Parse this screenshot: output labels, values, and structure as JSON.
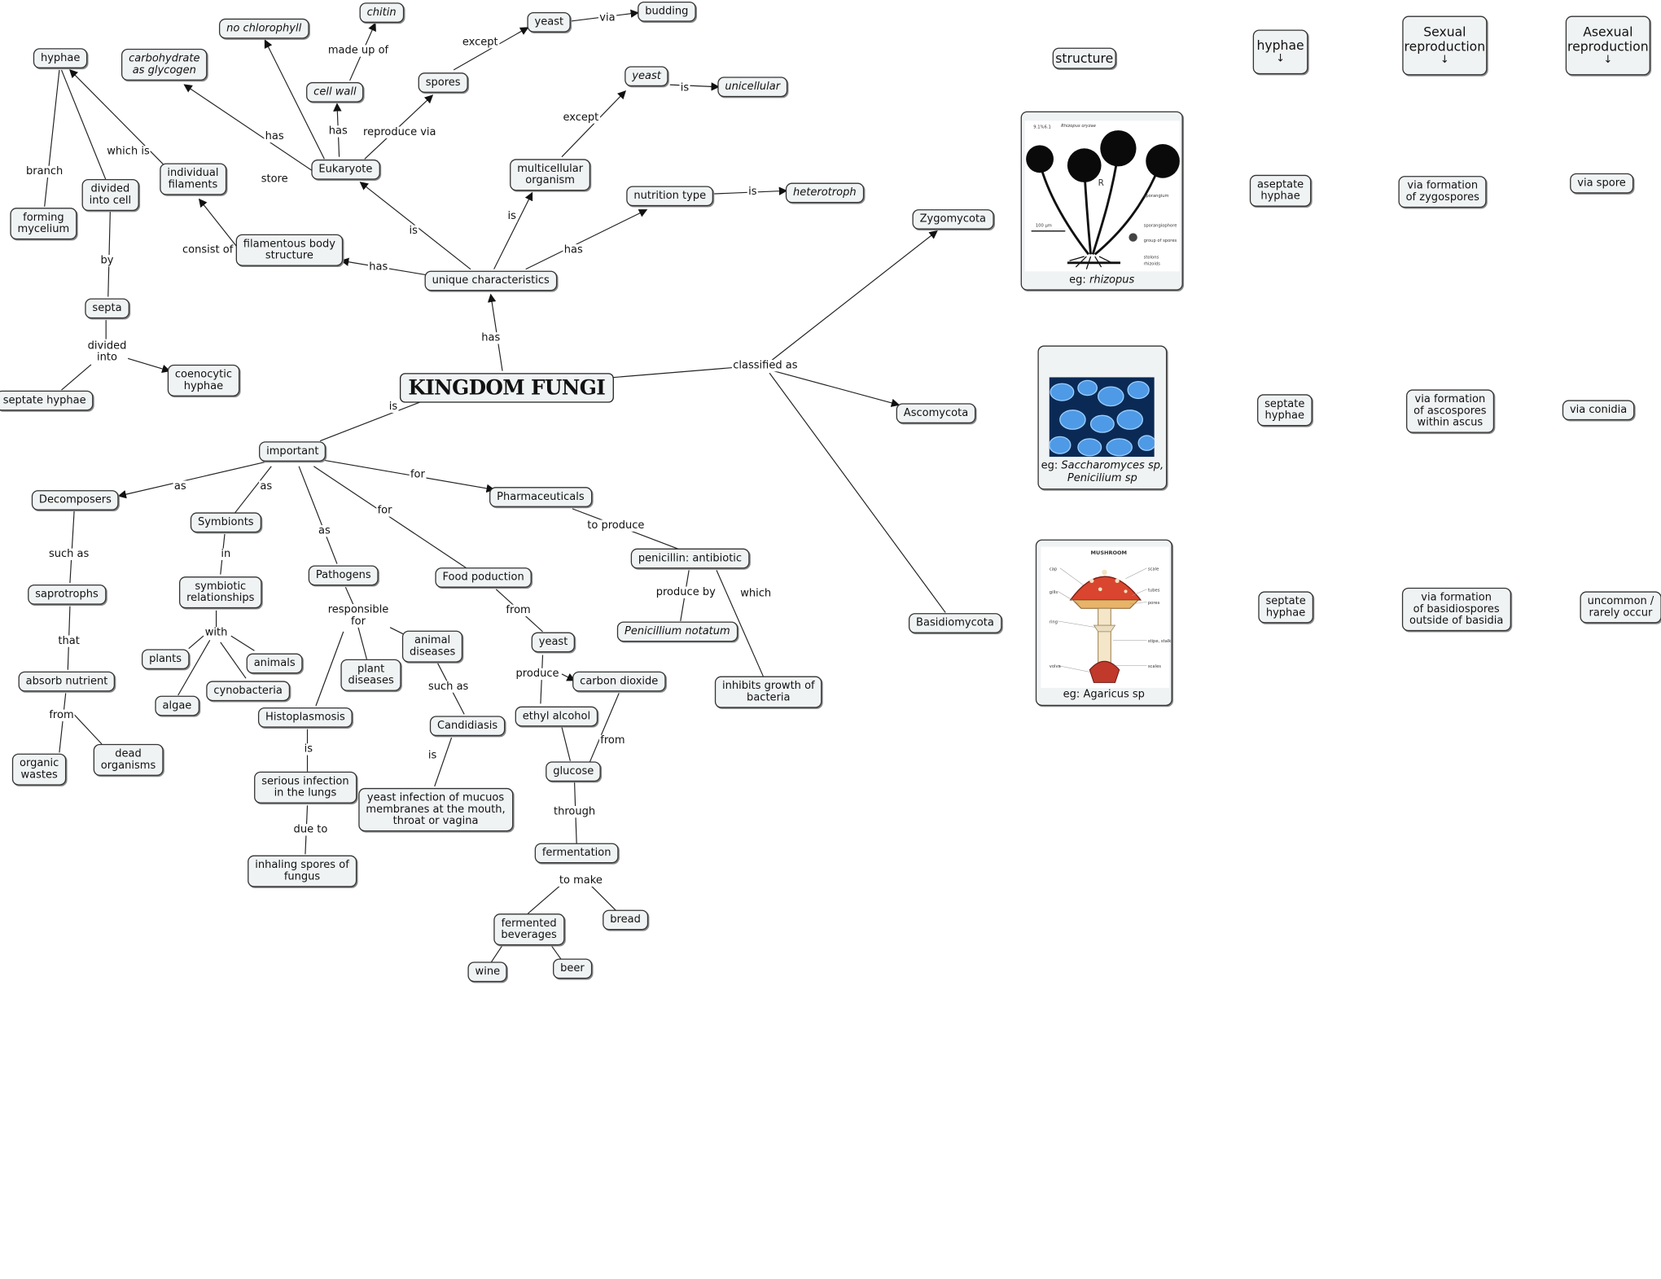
{
  "root": "KINGDOM FUNGI",
  "nodes": {
    "hyphae": "hyphae",
    "carb": "carbohydrate\nas glycogen",
    "nochloro": "no chlorophyll",
    "chitin": "chitin",
    "cellwall": "cell wall",
    "spores": "spores",
    "yeast1": "yeast",
    "budding": "budding",
    "yeast2": "yeast",
    "unicellular": "unicellular",
    "multicell": "multicellular\norganism",
    "nutrition": "nutrition type",
    "heterotroph": "heterotroph",
    "eukaryote": "Eukaryote",
    "filaments": "individual\nfilaments",
    "dividedcell": "divided\ninto cell",
    "mycelium": "forming\nmycelium",
    "filbody": "filamentous body\nstructure",
    "unique": "unique characteristics",
    "septa": "septa",
    "coenocytic": "coenocytic\nhyphae",
    "septate": "septate hyphae",
    "important": "important",
    "decomposers": "Decomposers",
    "symbionts": "Symbionts",
    "pathogens": "Pathogens",
    "food": "Food poduction",
    "pharma": "Pharmaceuticals",
    "penicillin": "penicillin: antibiotic",
    "notatum": "Penicillium notatum",
    "inhibits": "inhibits growth of\nbacteria",
    "saprotrophs": "saprotrophs",
    "absorb": "absorb nutrient",
    "organic": "organic\nwastes",
    "dead": "dead\norganisms",
    "symrel": "symbiotic\nrelationships",
    "plants": "plants",
    "animals": "animals",
    "algae": "algae",
    "cyno": "cynobacteria",
    "animaldis": "animal\ndiseases",
    "plantdis": "plant\ndiseases",
    "histo": "Histoplasmosis",
    "candida": "Candidiasis",
    "lungs": "serious infection\nin the lungs",
    "inhaling": "inhaling spores of\nfungus",
    "yeastinf": "yeast infection of mucuos\nmembranes at the mouth,\nthroat or vagina",
    "yeast3": "yeast",
    "co2": "carbon dioxide",
    "ethyl": "ethyl alcohol",
    "glucose": "glucose",
    "fermentation": "fermentation",
    "fermbev": "fermented\nbeverages",
    "bread": "bread",
    "wine": "wine",
    "beer": "beer",
    "zygo": "Zygomycota",
    "asco": "Ascomycota",
    "basidio": "Basidiomycota"
  },
  "labels": {
    "made_up_of": "made up of",
    "has_cellwall": "has",
    "has_nochloro": "has",
    "except_spores": "except",
    "via_budding": "via",
    "reproduce_via": "reproduce via",
    "except_multi": "except",
    "is_unicell": "is",
    "is_hetero": "is",
    "which_is": "which is",
    "branch": "branch",
    "store": "store",
    "consist_of": "consist of",
    "is_euk": "is",
    "is_multi": "is",
    "has_nutrition": "has",
    "has_filbody": "has",
    "by": "by",
    "has_unique": "has",
    "divided_into": "divided\ninto",
    "classified_as": "classified as",
    "is_important": "is",
    "as_decomp": "as",
    "as_symb": "as",
    "as_path": "as",
    "for_food": "for",
    "for_pharma": "for",
    "to_produce": "to produce",
    "produced_by": "produce by",
    "which": "which",
    "such_as_decomp": "such as",
    "that": "that",
    "from_absorb": "from",
    "in": "in",
    "with": "with",
    "responsible_for": "responsible\nfor",
    "such_as_animal": "such as",
    "is_histo": "is",
    "is_candida": "is",
    "due_to": "due to",
    "from_food": "from",
    "produce": "produce",
    "from_co2": "from",
    "through": "through",
    "to_make": "to make"
  },
  "table": {
    "headers": {
      "structure": "structure",
      "hyphae": "hyphae",
      "sexual": "Sexual\nreproduction",
      "asexual": "Asexual\nreproduction"
    },
    "header_arrow": "↓",
    "zygo": {
      "caption_prefix": "eg: ",
      "caption_italic": "rhizopus",
      "hyphae": "aseptate\nhyphae",
      "sexual": "via formation\nof zygospores",
      "asexual": "via spore"
    },
    "asco": {
      "caption_line1_prefix": "eg: ",
      "caption_line1_italic": "Saccharomyces sp,",
      "caption_line2_italic": "Penicilium sp",
      "hyphae": "septate\nhyphae",
      "sexual": "via formation\nof ascospores\nwithin ascus",
      "asexual": "via conidia"
    },
    "basidio": {
      "caption": "eg: Agaricus sp",
      "hyphae": "septate\nhyphae",
      "sexual": "via formation\nof basidiospores\noutside of basidia",
      "asexual": "uncommon /\nrarely occur"
    }
  },
  "image_text": {
    "rhizopus_code": "9.1%6.1",
    "rhizopus_title": "Rhizopus oryzae",
    "rhizopus_scale": "100 µm",
    "rhizopus_R": "R",
    "rhizopus_labels": [
      "sporangium",
      "sporangiophore",
      "group of spores",
      "stolons",
      "rhizoids"
    ],
    "mushroom_title": "MUSHROOM",
    "mushroom_left": [
      "cap",
      "gills",
      "ring",
      "volva"
    ],
    "mushroom_right": [
      "scale",
      "tubes",
      "pores",
      "stipe, stalk",
      "scales"
    ]
  }
}
